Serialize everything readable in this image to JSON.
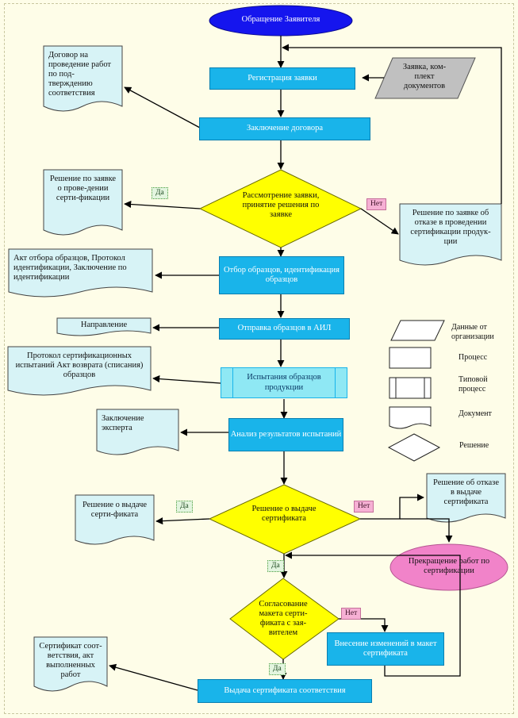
{
  "colors": {
    "process": "#19b4ea",
    "typical_process": "#8fe8f4",
    "document": "#d7f3f6",
    "decision": "#ffff00",
    "start_oval": "#1515ee",
    "end_oval": "#f183c9",
    "input_data": "#c0c0c0",
    "yes_tag": "#e3f5df",
    "no_tag": "#f6b0d4"
  },
  "start": "Обращение Заявителя",
  "end": "Прекращение работ по сертификации",
  "input_docs": "Заявка, ком-плект документов",
  "process": {
    "registration": "Регистрация заявки",
    "contract": "Заключение договора",
    "sampling": "Отбор образцов, идентификация образцов",
    "sending": "Отправка образцов в АИЛ",
    "testing": "Испытания образцов продукции",
    "analysis": "Анализ результатов испытаний",
    "changes": "Внесение изменений в макет сертификата",
    "issue": "Выдача сертификата соответствия"
  },
  "decisions": {
    "review": "Рассмотрение заявки, принятие решения по заявке",
    "certificate": "Решение о выдаче сертификата",
    "layout": "Согласование макета серти-фиката с зая-вителем"
  },
  "documents": {
    "contract_doc": "Договор на проведение работ по под-тверждению соответствия",
    "review_yes": "Решение по заявке о прове-дении серти-фикации",
    "review_no": "Решение по заявке об отказе в проведении сертификации продук-ции",
    "sampling_doc": "Акт отбора образцов, Протокол идентификации, Заключение по идентификации",
    "direction": "Направление",
    "test_protocol": "Протокол сертификационных испытаний Акт возврата (списания) образцов",
    "expert": "Заключение эксперта",
    "cert_yes": "Решение о выдаче серти-фиката",
    "cert_no": "Решение об отказе в выдаче сертификата",
    "final_doc": "Сертификат соот-ветствия, акт выполненных работ"
  },
  "tags": {
    "yes": "Да",
    "no": "Нет"
  },
  "legend": {
    "input": "Данные от организации",
    "process": "Процесс",
    "typical": "Типовой процесс",
    "document": "Документ",
    "decision": "Решение"
  }
}
